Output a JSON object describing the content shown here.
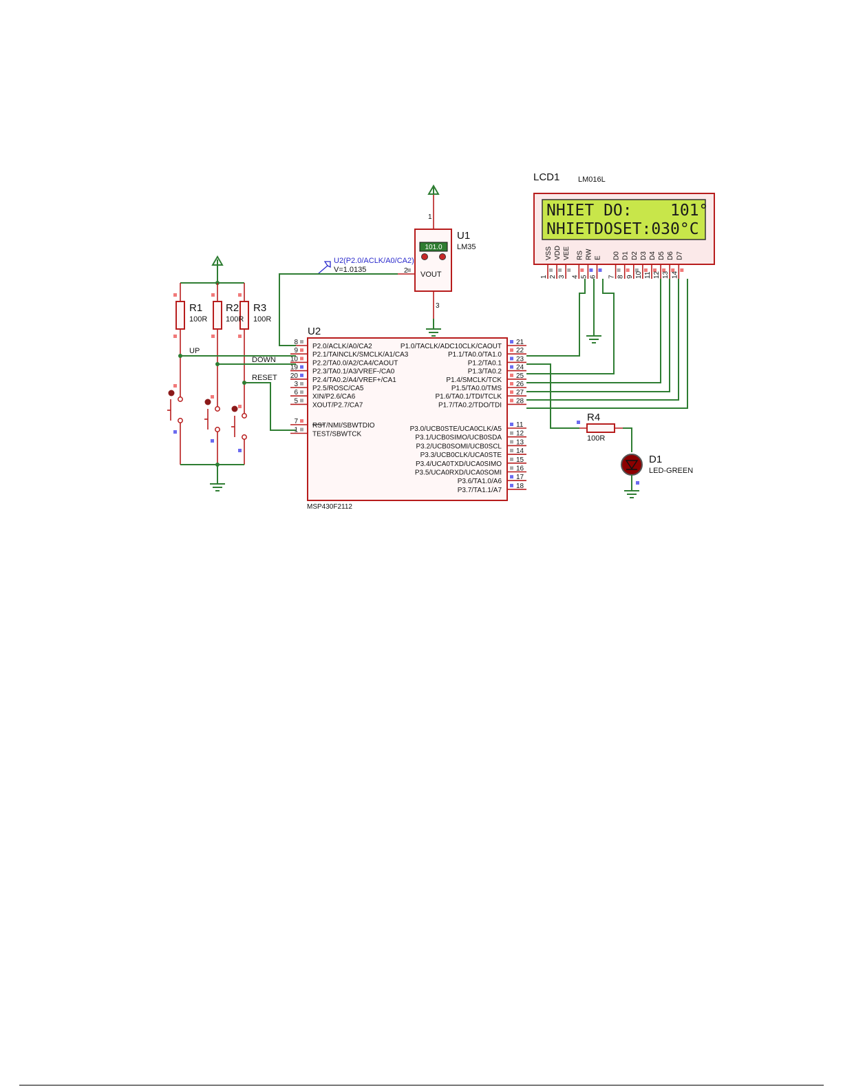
{
  "lcd": {
    "ref": "LCD1",
    "model": "LM016L",
    "line1": "NHIET DO:    101°",
    "line2": "NHIETDOSET:030°C",
    "pins": [
      {
        "num": "1",
        "name": "VSS"
      },
      {
        "num": "2",
        "name": "VDD"
      },
      {
        "num": "3",
        "name": "VEE"
      },
      {
        "num": "4",
        "name": "RS"
      },
      {
        "num": "5",
        "name": "RW"
      },
      {
        "num": "6",
        "name": "E"
      },
      {
        "num": "7",
        "name": "D0"
      },
      {
        "num": "8",
        "name": "D1"
      },
      {
        "num": "9",
        "name": "D2"
      },
      {
        "num": "10",
        "name": "D3"
      },
      {
        "num": "11",
        "name": "D4"
      },
      {
        "num": "12",
        "name": "D5"
      },
      {
        "num": "13",
        "name": "D6"
      },
      {
        "num": "14",
        "name": "D7"
      }
    ],
    "backlight_color": "#c8e64a"
  },
  "sensor": {
    "ref": "U1",
    "model": "LM35",
    "reading": "101.0",
    "out_label": "VOUT",
    "pin_top": "1",
    "pin_out": "2",
    "pin_bottom": "3"
  },
  "probe": {
    "label": "U2(P2.0/ACLK/A0/CA2)",
    "value": "V=1.0135"
  },
  "mcu": {
    "ref": "U2",
    "model": "MSP430F2112",
    "left_pins": [
      {
        "num": "8",
        "name": "P2.0/ACLK/A0/CA2"
      },
      {
        "num": "9",
        "name": "P2.1/TAINCLK/SMCLK/A1/CA3"
      },
      {
        "num": "10",
        "name": "P2.2/TA0.0/A2/CA4/CAOUT"
      },
      {
        "num": "19",
        "name": "P2.3/TA0.1/A3/VREF-/CA0"
      },
      {
        "num": "20",
        "name": "P2.4/TA0.2/A4/VREF+/CA1"
      },
      {
        "num": "3",
        "name": "P2.5/ROSC/CA5"
      },
      {
        "num": "6",
        "name": "XIN/P2.6/CA6"
      },
      {
        "num": "5",
        "name": "XOUT/P2.7/CA7"
      },
      {
        "num": "7",
        "name": "RST/NMI/SBWTDIO"
      },
      {
        "num": "1",
        "name": "TEST/SBWTCK"
      }
    ],
    "right_pins": [
      {
        "num": "21",
        "name": "P1.0/TACLK/ADC10CLK/CAOUT"
      },
      {
        "num": "22",
        "name": "P1.1/TA0.0/TA1.0"
      },
      {
        "num": "23",
        "name": "P1.2/TA0.1"
      },
      {
        "num": "24",
        "name": "P1.3/TA0.2"
      },
      {
        "num": "25",
        "name": "P1.4/SMCLK/TCK"
      },
      {
        "num": "26",
        "name": "P1.5/TA0.0/TMS"
      },
      {
        "num": "27",
        "name": "P1.6/TA0.1/TDI/TCLK"
      },
      {
        "num": "28",
        "name": "P1.7/TA0.2/TDO/TDI"
      },
      {
        "num": "11",
        "name": "P3.0/UCB0STE/UCA0CLK/A5"
      },
      {
        "num": "12",
        "name": "P3.1/UCB0SIMO/UCB0SDA"
      },
      {
        "num": "13",
        "name": "P3.2/UCB0SOMI/UCB0SCL"
      },
      {
        "num": "14",
        "name": "P3.3/UCB0CLK/UCA0STE"
      },
      {
        "num": "15",
        "name": "P3.4/UCA0TXD/UCA0SIMO"
      },
      {
        "num": "16",
        "name": "P3.5/UCA0RXD/UCA0SOMI"
      },
      {
        "num": "17",
        "name": "P3.6/TA1.0/A6"
      },
      {
        "num": "18",
        "name": "P3.7/TA1.1/A7"
      }
    ]
  },
  "resistors": {
    "r1": {
      "ref": "R1",
      "value": "100R"
    },
    "r2": {
      "ref": "R2",
      "value": "100R"
    },
    "r3": {
      "ref": "R3",
      "value": "100R"
    },
    "r4": {
      "ref": "R4",
      "value": "100R"
    }
  },
  "nets": {
    "up": "UP",
    "down": "DOWN",
    "reset": "RESET"
  },
  "led": {
    "ref": "D1",
    "model": "LED-GREEN"
  },
  "colors": {
    "wire": "#2e7d32",
    "component": "#b71c1c",
    "pin_high": "#f17a7a",
    "pin_low": "#6b6bf0",
    "pin_float": "#aaaaaa"
  }
}
